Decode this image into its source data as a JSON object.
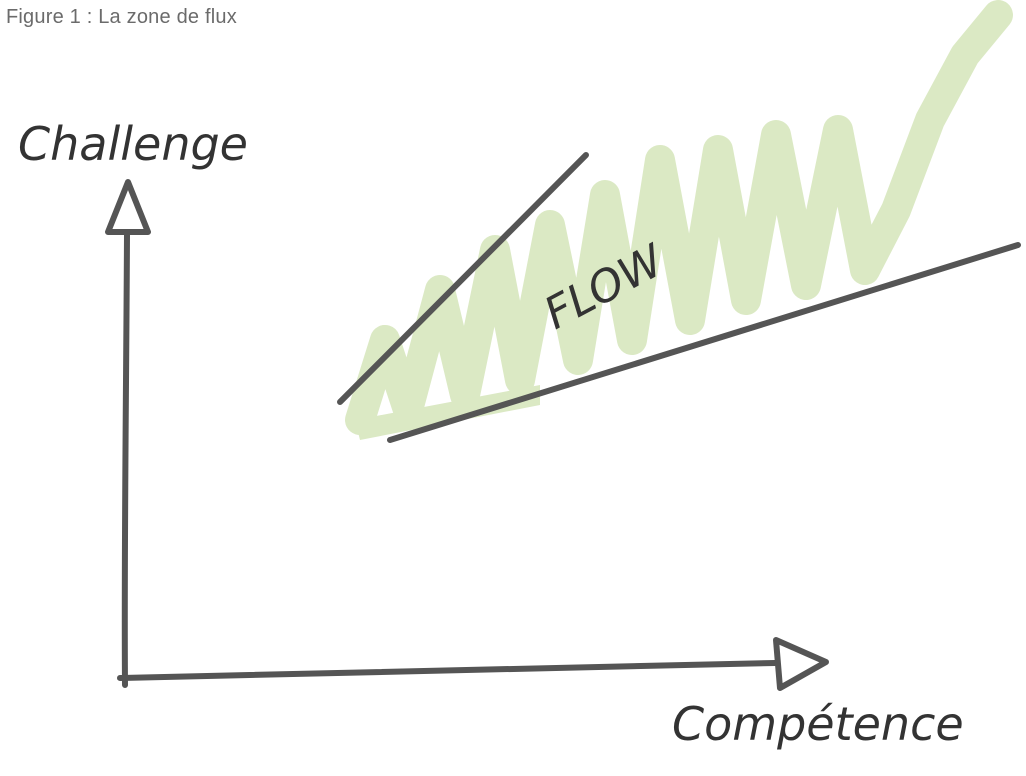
{
  "caption": "Figure 1 : La zone de flux",
  "labels": {
    "y_axis": "Challenge",
    "x_axis": "Compétence",
    "zone": "FLOW"
  },
  "colors": {
    "axis": "#555555",
    "boundary": "#555555",
    "flow_zone": "#dbe9c4",
    "text": "#333333",
    "caption": "#6b6b6b"
  }
}
